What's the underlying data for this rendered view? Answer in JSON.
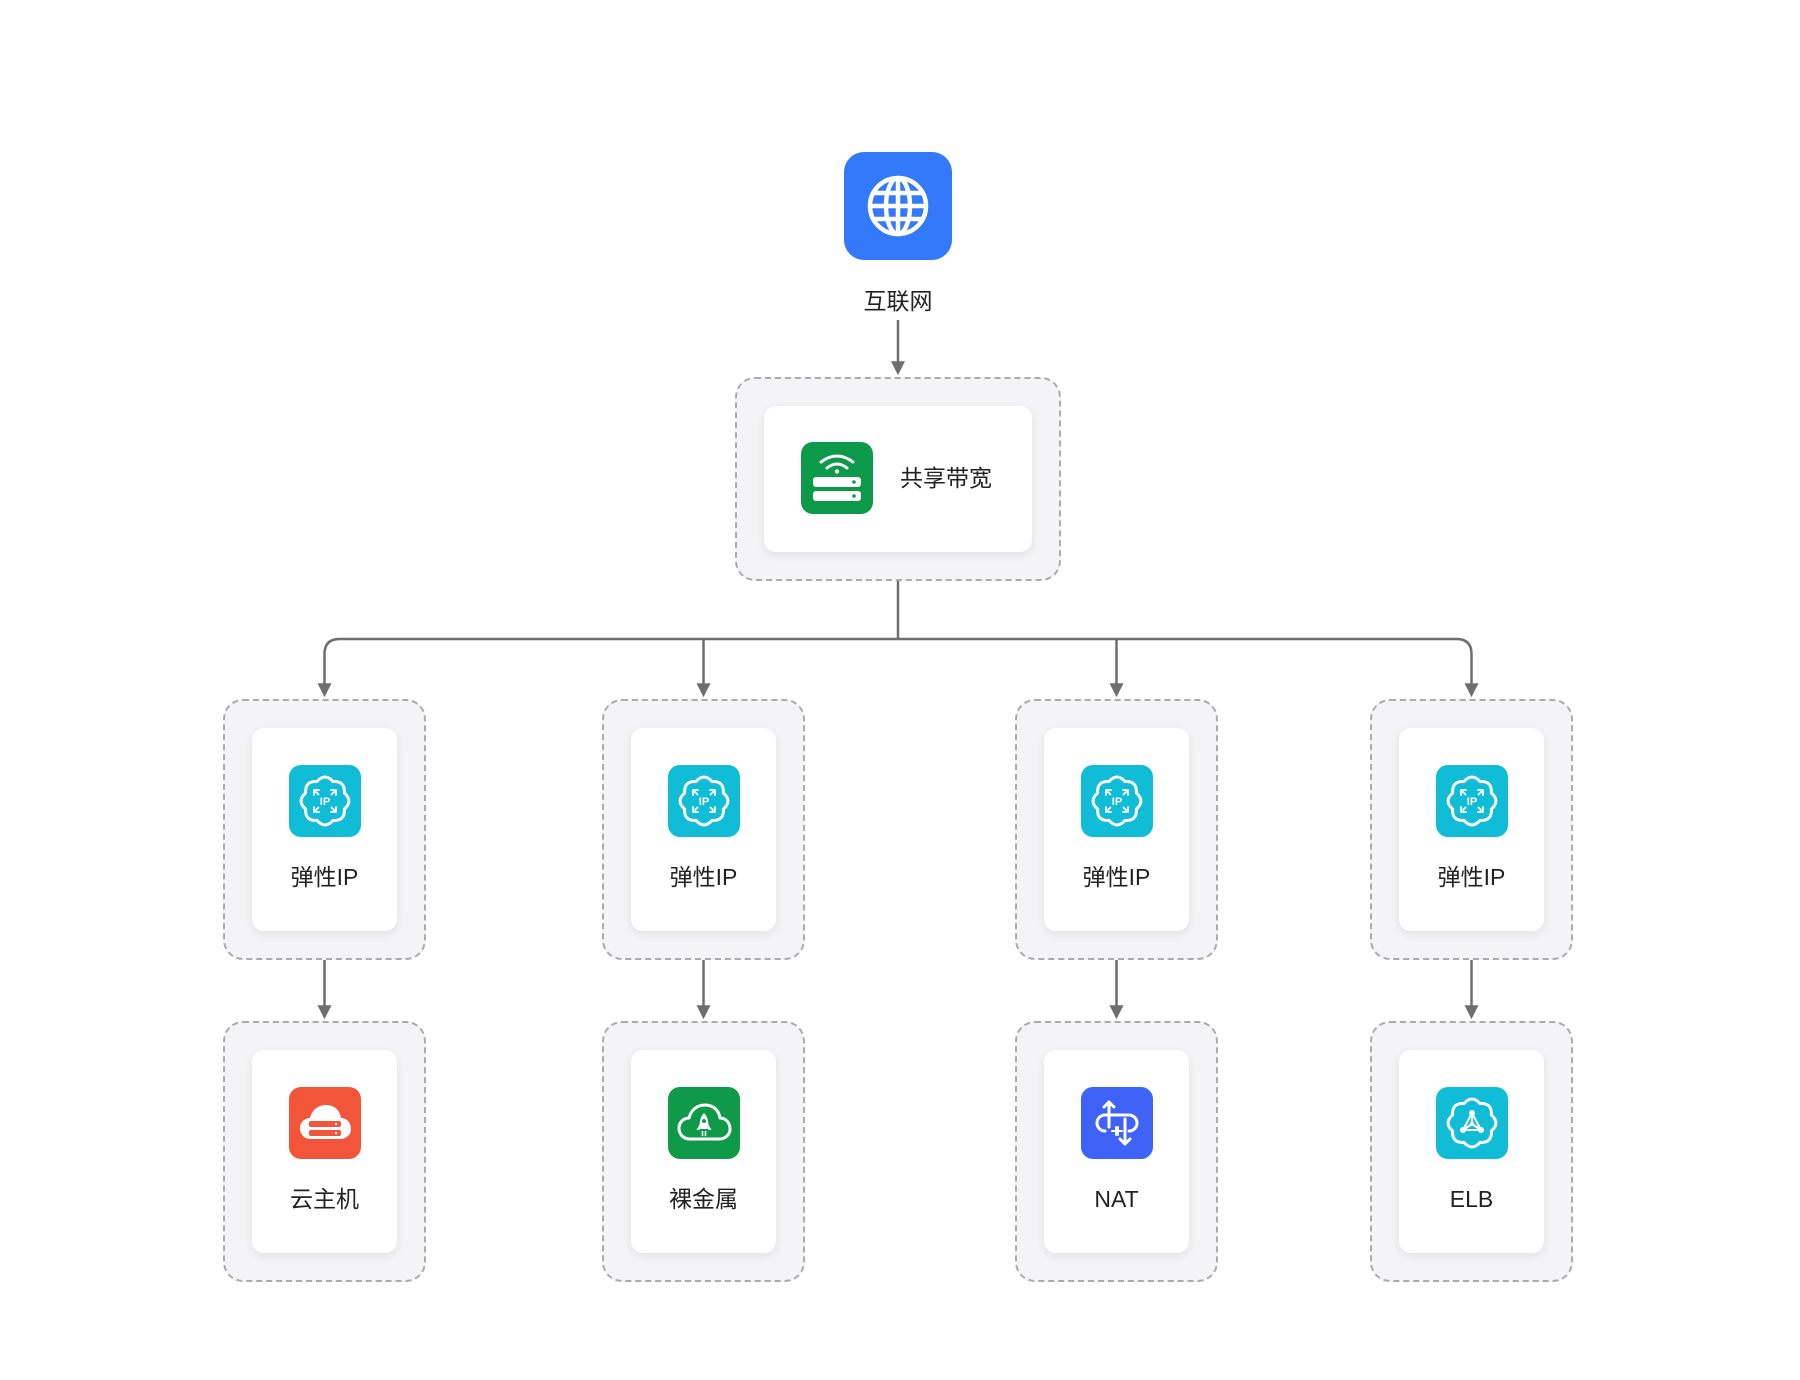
{
  "internet": {
    "label": "互联网",
    "icon": "globe-icon",
    "color": "#3379FA"
  },
  "shared_bandwidth": {
    "label": "共享带宽",
    "icon": "bandwidth-icon",
    "color": "#0C9A4A"
  },
  "branches": [
    {
      "eip": {
        "label": "弹性IP",
        "icon": "eip-icon",
        "icon_text": "IP",
        "color": "#11BCD7"
      },
      "resource": {
        "label": "云主机",
        "icon": "cloud-server-icon",
        "color": "#F3553A"
      }
    },
    {
      "eip": {
        "label": "弹性IP",
        "icon": "eip-icon",
        "icon_text": "IP",
        "color": "#11BCD7"
      },
      "resource": {
        "label": "裸金属",
        "icon": "bare-metal-icon",
        "color": "#0E9A48"
      }
    },
    {
      "eip": {
        "label": "弹性IP",
        "icon": "eip-icon",
        "icon_text": "IP",
        "color": "#11BCD7"
      },
      "resource": {
        "label": "NAT",
        "icon": "nat-icon",
        "color": "#3E63F6"
      }
    },
    {
      "eip": {
        "label": "弹性IP",
        "icon": "eip-icon",
        "icon_text": "IP",
        "color": "#11BCD7"
      },
      "resource": {
        "label": "ELB",
        "icon": "elb-icon",
        "color": "#11BCD7"
      }
    }
  ],
  "theme": {
    "connector": "#6E6E6E",
    "panel_background": "#F4F4F6",
    "panel_border": "#ABABAB",
    "card_background": "#FFFFFF",
    "text": "#222222"
  }
}
